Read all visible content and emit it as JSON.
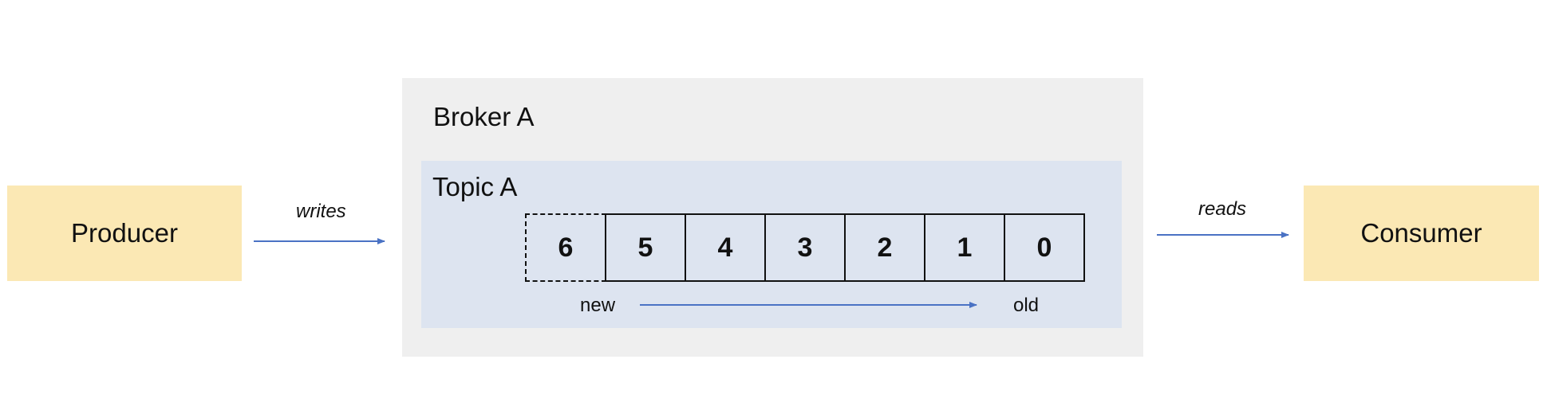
{
  "producer": {
    "label": "Producer"
  },
  "consumer": {
    "label": "Consumer"
  },
  "broker": {
    "label": "Broker A",
    "topic": {
      "label": "Topic A",
      "offsets": [
        {
          "value": "6",
          "pending": true
        },
        {
          "value": "5",
          "pending": false
        },
        {
          "value": "4",
          "pending": false
        },
        {
          "value": "3",
          "pending": false
        },
        {
          "value": "2",
          "pending": false
        },
        {
          "value": "1",
          "pending": false
        },
        {
          "value": "0",
          "pending": false
        }
      ],
      "new_label": "new",
      "old_label": "old"
    }
  },
  "edges": {
    "writes": "writes",
    "reads": "reads"
  },
  "colors": {
    "actor_fill": "#fbe8b4",
    "broker_fill": "#efefef",
    "topic_fill": "#dde4f0",
    "arrow": "#4a72c4"
  }
}
